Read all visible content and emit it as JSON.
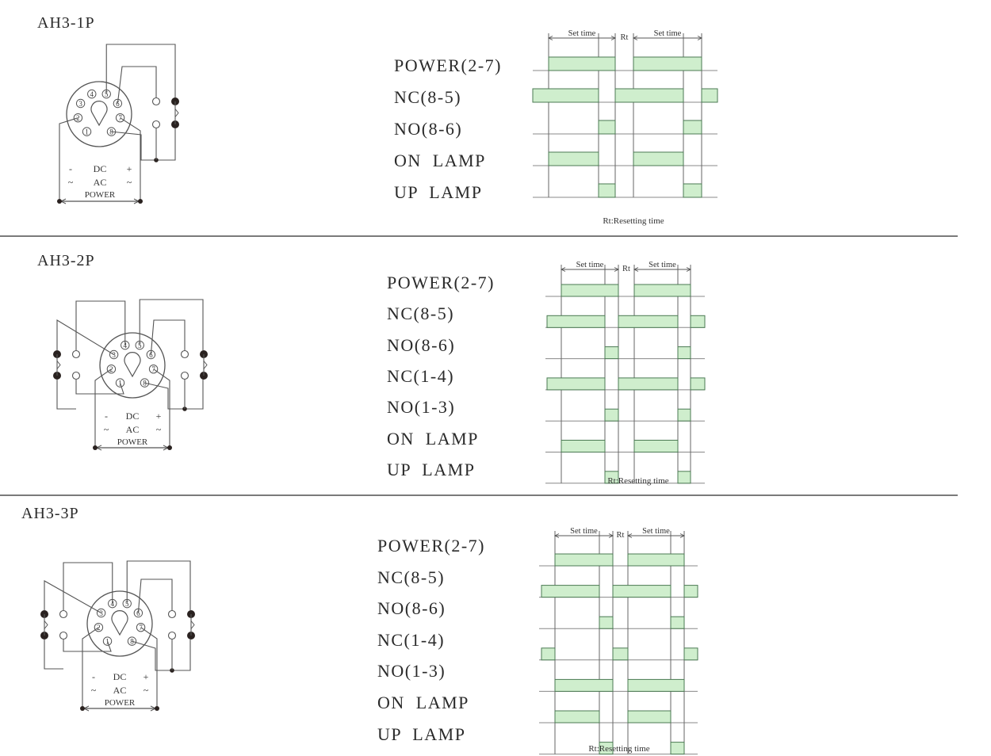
{
  "sections": [
    {
      "title": "AH3-1P",
      "labels": [
        "POWER(2-7)",
        "NC(8-5)",
        "NO(8-6)",
        "ON  LAMP",
        "UP  LAMP"
      ],
      "supply": {
        "dc": "DC",
        "ac": "AC",
        "power": "POWER",
        "plus": "+",
        "minus": "-",
        "tilde": "~"
      },
      "pins": [
        "1",
        "2",
        "3",
        "4",
        "5",
        "6",
        "7",
        "8"
      ]
    },
    {
      "title": "AH3-2P",
      "labels": [
        "POWER(2-7)",
        "NC(8-5)",
        "NO(8-6)",
        "NC(1-4)",
        "NO(1-3)",
        "ON  LAMP",
        "UP  LAMP"
      ],
      "supply": {
        "dc": "DC",
        "ac": "AC",
        "power": "POWER",
        "plus": "+",
        "minus": "-",
        "tilde": "~"
      },
      "pins": [
        "1",
        "2",
        "3",
        "4",
        "5",
        "6",
        "7",
        "8"
      ]
    },
    {
      "title": "AH3-3P",
      "labels": [
        "POWER(2-7)",
        "NC(8-5)",
        "NO(8-6)",
        "NC(1-4)",
        "NO(1-3)",
        "ON  LAMP",
        "UP  LAMP"
      ],
      "supply": {
        "dc": "DC",
        "ac": "AC",
        "power": "POWER",
        "plus": "+",
        "minus": "-",
        "tilde": "~"
      },
      "pins": [
        "1",
        "2",
        "3",
        "4",
        "5",
        "6",
        "7",
        "8"
      ]
    }
  ],
  "timing": {
    "set_time": "Set time",
    "rt": "Rt",
    "note": "Rt:Resetting time"
  },
  "colors": {
    "pulse_fill": "#cfeecd",
    "pulse_stroke": "#4b7a53",
    "line": "#555555",
    "divider": "#7a7a7a"
  }
}
